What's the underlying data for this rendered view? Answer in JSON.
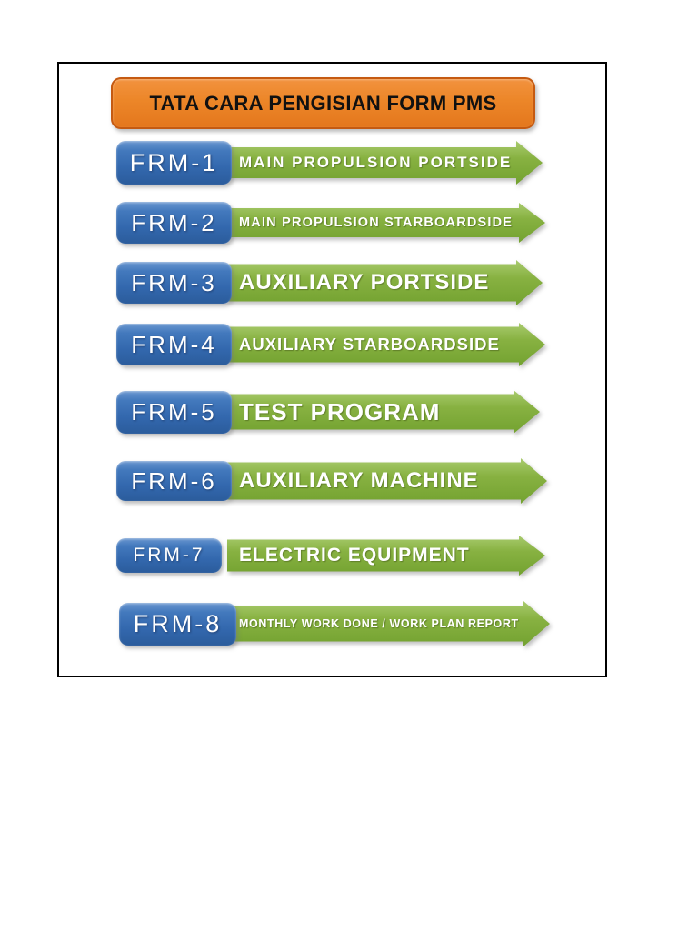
{
  "header": {
    "title": "TATA CARA PENGISIAN FORM PMS"
  },
  "rows": [
    {
      "code": "FRM-1",
      "description": "MAIN PROPULSION PORTSIDE"
    },
    {
      "code": "FRM-2",
      "description": "MAIN PROPULSION STARBOARDSIDE"
    },
    {
      "code": "FRM-3",
      "description": "AUXILIARY PORTSIDE"
    },
    {
      "code": "FRM-4",
      "description": "AUXILIARY STARBOARDSIDE"
    },
    {
      "code": "FRM-5",
      "description": "TEST PROGRAM"
    },
    {
      "code": "FRM-6",
      "description": "AUXILIARY MACHINE"
    },
    {
      "code": "FRM-7",
      "description": "ELECTRIC EQUIPMENT"
    },
    {
      "code": "FRM-8",
      "description": "MONTHLY WORK DONE / WORK PLAN REPORT"
    }
  ],
  "colors": {
    "page_background": "#FFFFFF",
    "frame_border": "#000000",
    "header_fill_top": "#F2923E",
    "header_fill_bottom": "#E4771D",
    "header_border": "#C55A11",
    "title_text": "#111111",
    "frm_fill_top": "#4379BD",
    "frm_fill_bottom": "#2B5C9C",
    "arrow_fill_top": "#A9CB6E",
    "arrow_fill_mid": "#87B141",
    "arrow_fill_bottom": "#73A230",
    "label_text": "#FFFFFF"
  }
}
